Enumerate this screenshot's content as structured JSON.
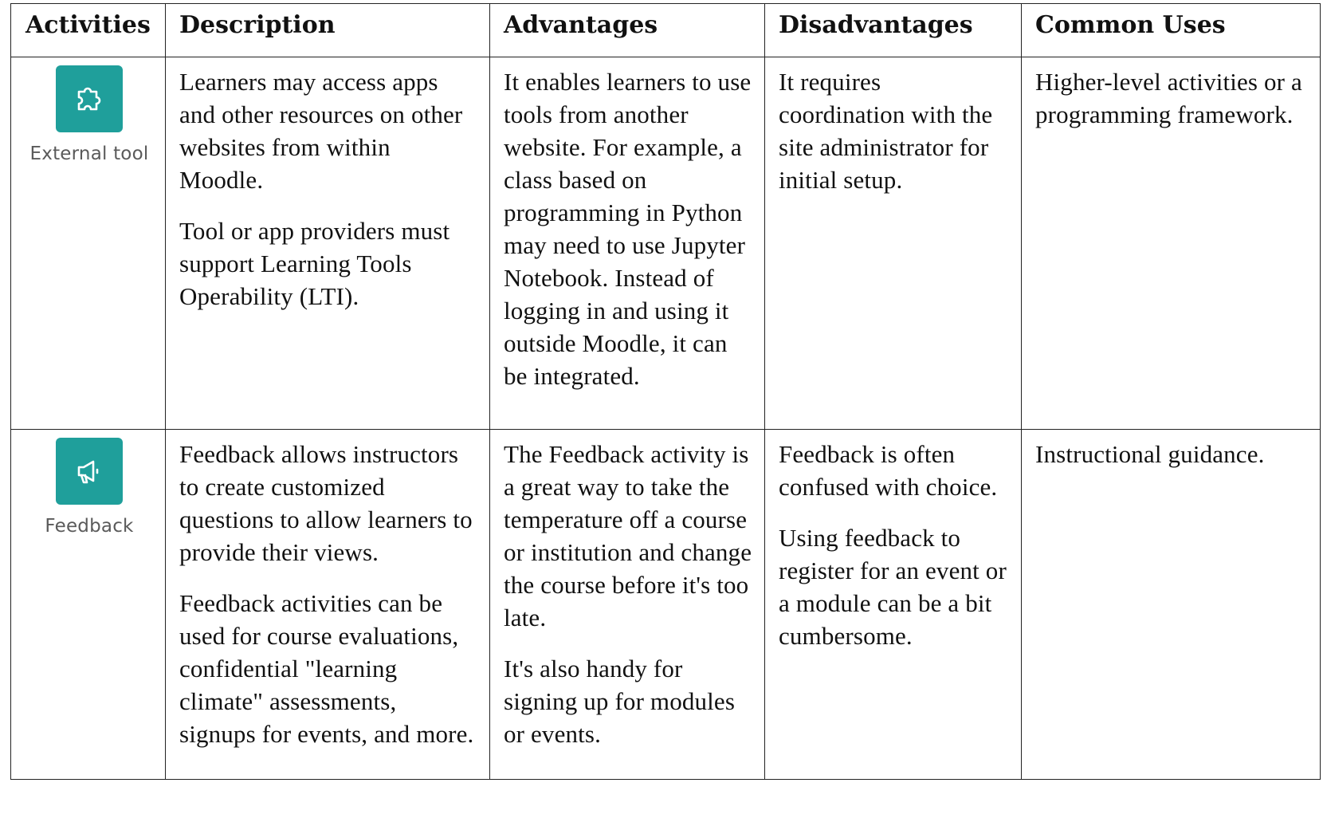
{
  "table": {
    "headers": [
      "Activities",
      "Description",
      "Advantages",
      "Disadvantages",
      "Common Uses"
    ],
    "rows": [
      {
        "activity": {
          "icon": "puzzle-piece-icon",
          "icon_color": "#1f9f9b",
          "label": "External tool"
        },
        "description": [
          "Learners may access apps and other resources on other websites from within Moodle.",
          "Tool or app providers must support Learning Tools Operability (LTI)."
        ],
        "advantages": [
          "It enables learners to use tools from another website. For example, a class based on programming in Python may need to use Jupyter Notebook. Instead of logging in and using it outside Moodle, it can be integrated."
        ],
        "disadvantages": [
          "It requires coordination with the site administrator for initial setup."
        ],
        "common_uses": [
          "Higher-level activities or a programming framework."
        ]
      },
      {
        "activity": {
          "icon": "megaphone-icon",
          "icon_color": "#1f9f9b",
          "label": "Feedback"
        },
        "description": [
          "Feedback allows instructors to create customized questions to allow learners to provide their views.",
          "Feedback activities can be used for course evaluations, confidential \"learning climate\" assessments, signups for events, and more."
        ],
        "advantages": [
          "The Feedback activity is a great way to take the temperature off a course or institution and change the course before it's too late.",
          "It's also handy for signing up for modules or events."
        ],
        "disadvantages": [
          "Feedback is often confused with choice.",
          "Using feedback to register for an event or a module can be a bit cumbersome."
        ],
        "common_uses": [
          "Instructional guidance."
        ]
      }
    ]
  }
}
